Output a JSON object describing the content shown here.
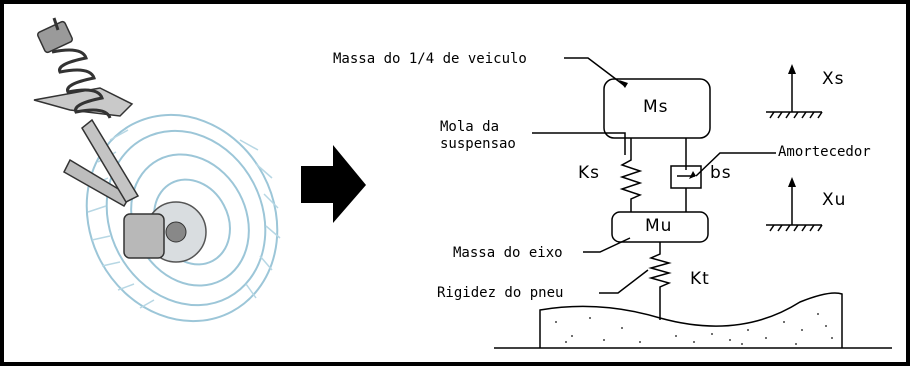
{
  "diagram": {
    "labels": {
      "quarter_mass": "Massa do 1/4 de veiculo",
      "spring": "Mola da\nsuspensao",
      "damper": "Amortecedor",
      "axle_mass": "Massa do eixo",
      "tire_stiffness": "Rigidez do pneu"
    },
    "symbols": {
      "sprung_mass": "Ms",
      "unsprung_mass": "Mu",
      "spring_k": "Ks",
      "damper_b": "bs",
      "tire_k": "Kt",
      "disp_s": "Xs",
      "disp_u": "Xu"
    }
  },
  "illustration": {
    "icon": "suspension-wheel-icon"
  },
  "arrow": {
    "icon": "right-arrow-icon",
    "color": "#000000"
  }
}
